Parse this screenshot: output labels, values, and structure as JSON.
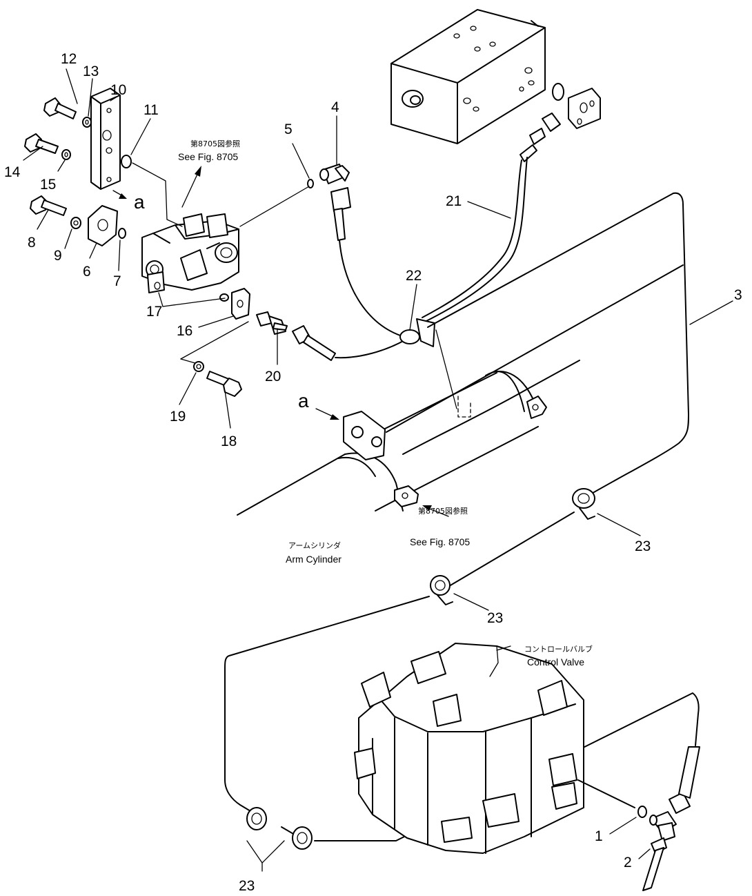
{
  "callouts": [
    {
      "id": "1",
      "text": "1"
    },
    {
      "id": "2",
      "text": "2"
    },
    {
      "id": "3",
      "text": "3"
    },
    {
      "id": "4",
      "text": "4"
    },
    {
      "id": "5",
      "text": "5"
    },
    {
      "id": "6",
      "text": "6"
    },
    {
      "id": "7",
      "text": "7"
    },
    {
      "id": "8",
      "text": "8"
    },
    {
      "id": "9",
      "text": "9"
    },
    {
      "id": "10",
      "text": "10"
    },
    {
      "id": "11",
      "text": "11"
    },
    {
      "id": "12",
      "text": "12"
    },
    {
      "id": "13",
      "text": "13"
    },
    {
      "id": "14",
      "text": "14"
    },
    {
      "id": "15",
      "text": "15"
    },
    {
      "id": "16",
      "text": "16"
    },
    {
      "id": "17",
      "text": "17"
    },
    {
      "id": "18",
      "text": "18"
    },
    {
      "id": "19",
      "text": "19"
    },
    {
      "id": "20",
      "text": "20"
    },
    {
      "id": "21",
      "text": "21"
    },
    {
      "id": "22",
      "text": "22"
    },
    {
      "id": "23a",
      "text": "23"
    },
    {
      "id": "23b",
      "text": "23"
    },
    {
      "id": "23c",
      "text": "23"
    }
  ],
  "markers": {
    "a_top": "a",
    "a_mid": "a"
  },
  "labels": {
    "see_fig_top_jp": "第8705図参照",
    "see_fig_top_en": "See Fig. 8705",
    "see_fig_bottom_jp": "第8705図参照",
    "see_fig_bottom_en": "See Fig. 8705",
    "arm_cylinder_jp": "アームシリンダ",
    "arm_cylinder_en": "Arm Cylinder",
    "control_valve_jp": "コントロールバルブ",
    "control_valve_en": "Control Valve"
  }
}
